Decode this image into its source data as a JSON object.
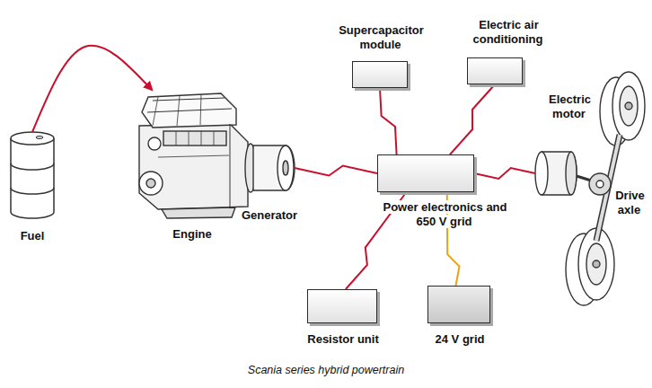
{
  "diagram": {
    "caption": "Scania series hybrid powertrain",
    "nodes": [
      {
        "text": [
          "Supercapacitor module"
        ]
      },
      {
        "text": [
          "Electric air conditioning"
        ]
      },
      {
        "text": [
          "Fuel"
        ]
      },
      {
        "text": [
          "Engine"
        ]
      },
      {
        "text": [
          "Generator"
        ]
      },
      {
        "text": [
          "Power electronics and 650 V grid"
        ]
      },
      {
        "text": [
          "Electric motor"
        ]
      },
      {
        "text": [
          "Drive axle"
        ]
      },
      {
        "text": [
          "Resistor unit"
        ]
      },
      {
        "text": [
          "24 V grid"
        ]
      }
    ],
    "edges": [
      {
        "from": 2,
        "to": 3,
        "arrow": "to"
      },
      {
        "from": 4,
        "to": 5,
        "arrow": "none"
      },
      {
        "from": 0,
        "to": 5,
        "arrow": "none"
      },
      {
        "from": 1,
        "to": 5,
        "arrow": "none"
      },
      {
        "from": 5,
        "to": 6,
        "arrow": "none"
      },
      {
        "from": 5,
        "to": 8,
        "arrow": "none"
      },
      {
        "from": 5,
        "to": 9,
        "arrow": "none"
      }
    ]
  }
}
